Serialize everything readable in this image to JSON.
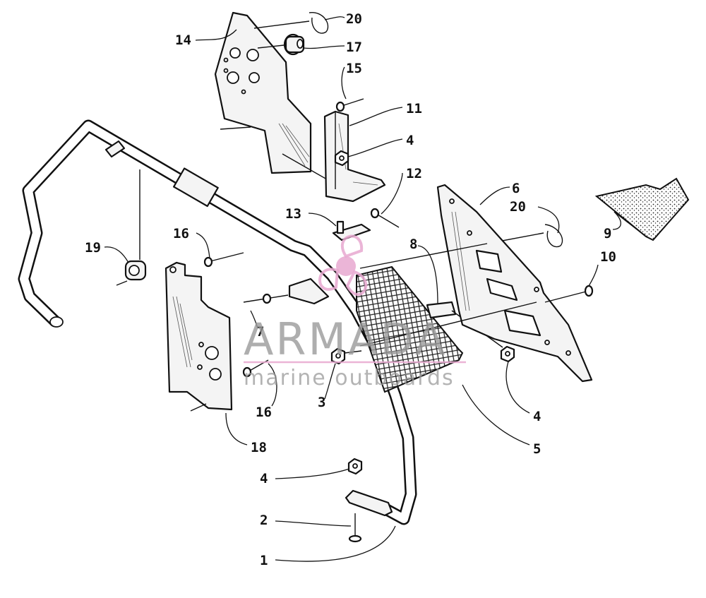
{
  "callouts": {
    "c1": "1",
    "c2": "2",
    "c3": "3",
    "c4a": "4",
    "c4b": "4",
    "c4c": "4",
    "c5": "5",
    "c6": "6",
    "c7": "7",
    "c8": "8",
    "c9": "9",
    "c10": "10",
    "c11": "11",
    "c12": "12",
    "c13": "13",
    "c14": "14",
    "c15": "15",
    "c16a": "16",
    "c16b": "16",
    "c17": "17",
    "c18": "18",
    "c19": "19",
    "c20a": "20",
    "c20b": "20"
  },
  "watermark": {
    "brand": "ARMADA",
    "tagline": "marine outboards",
    "color": "#e8a8d0"
  }
}
